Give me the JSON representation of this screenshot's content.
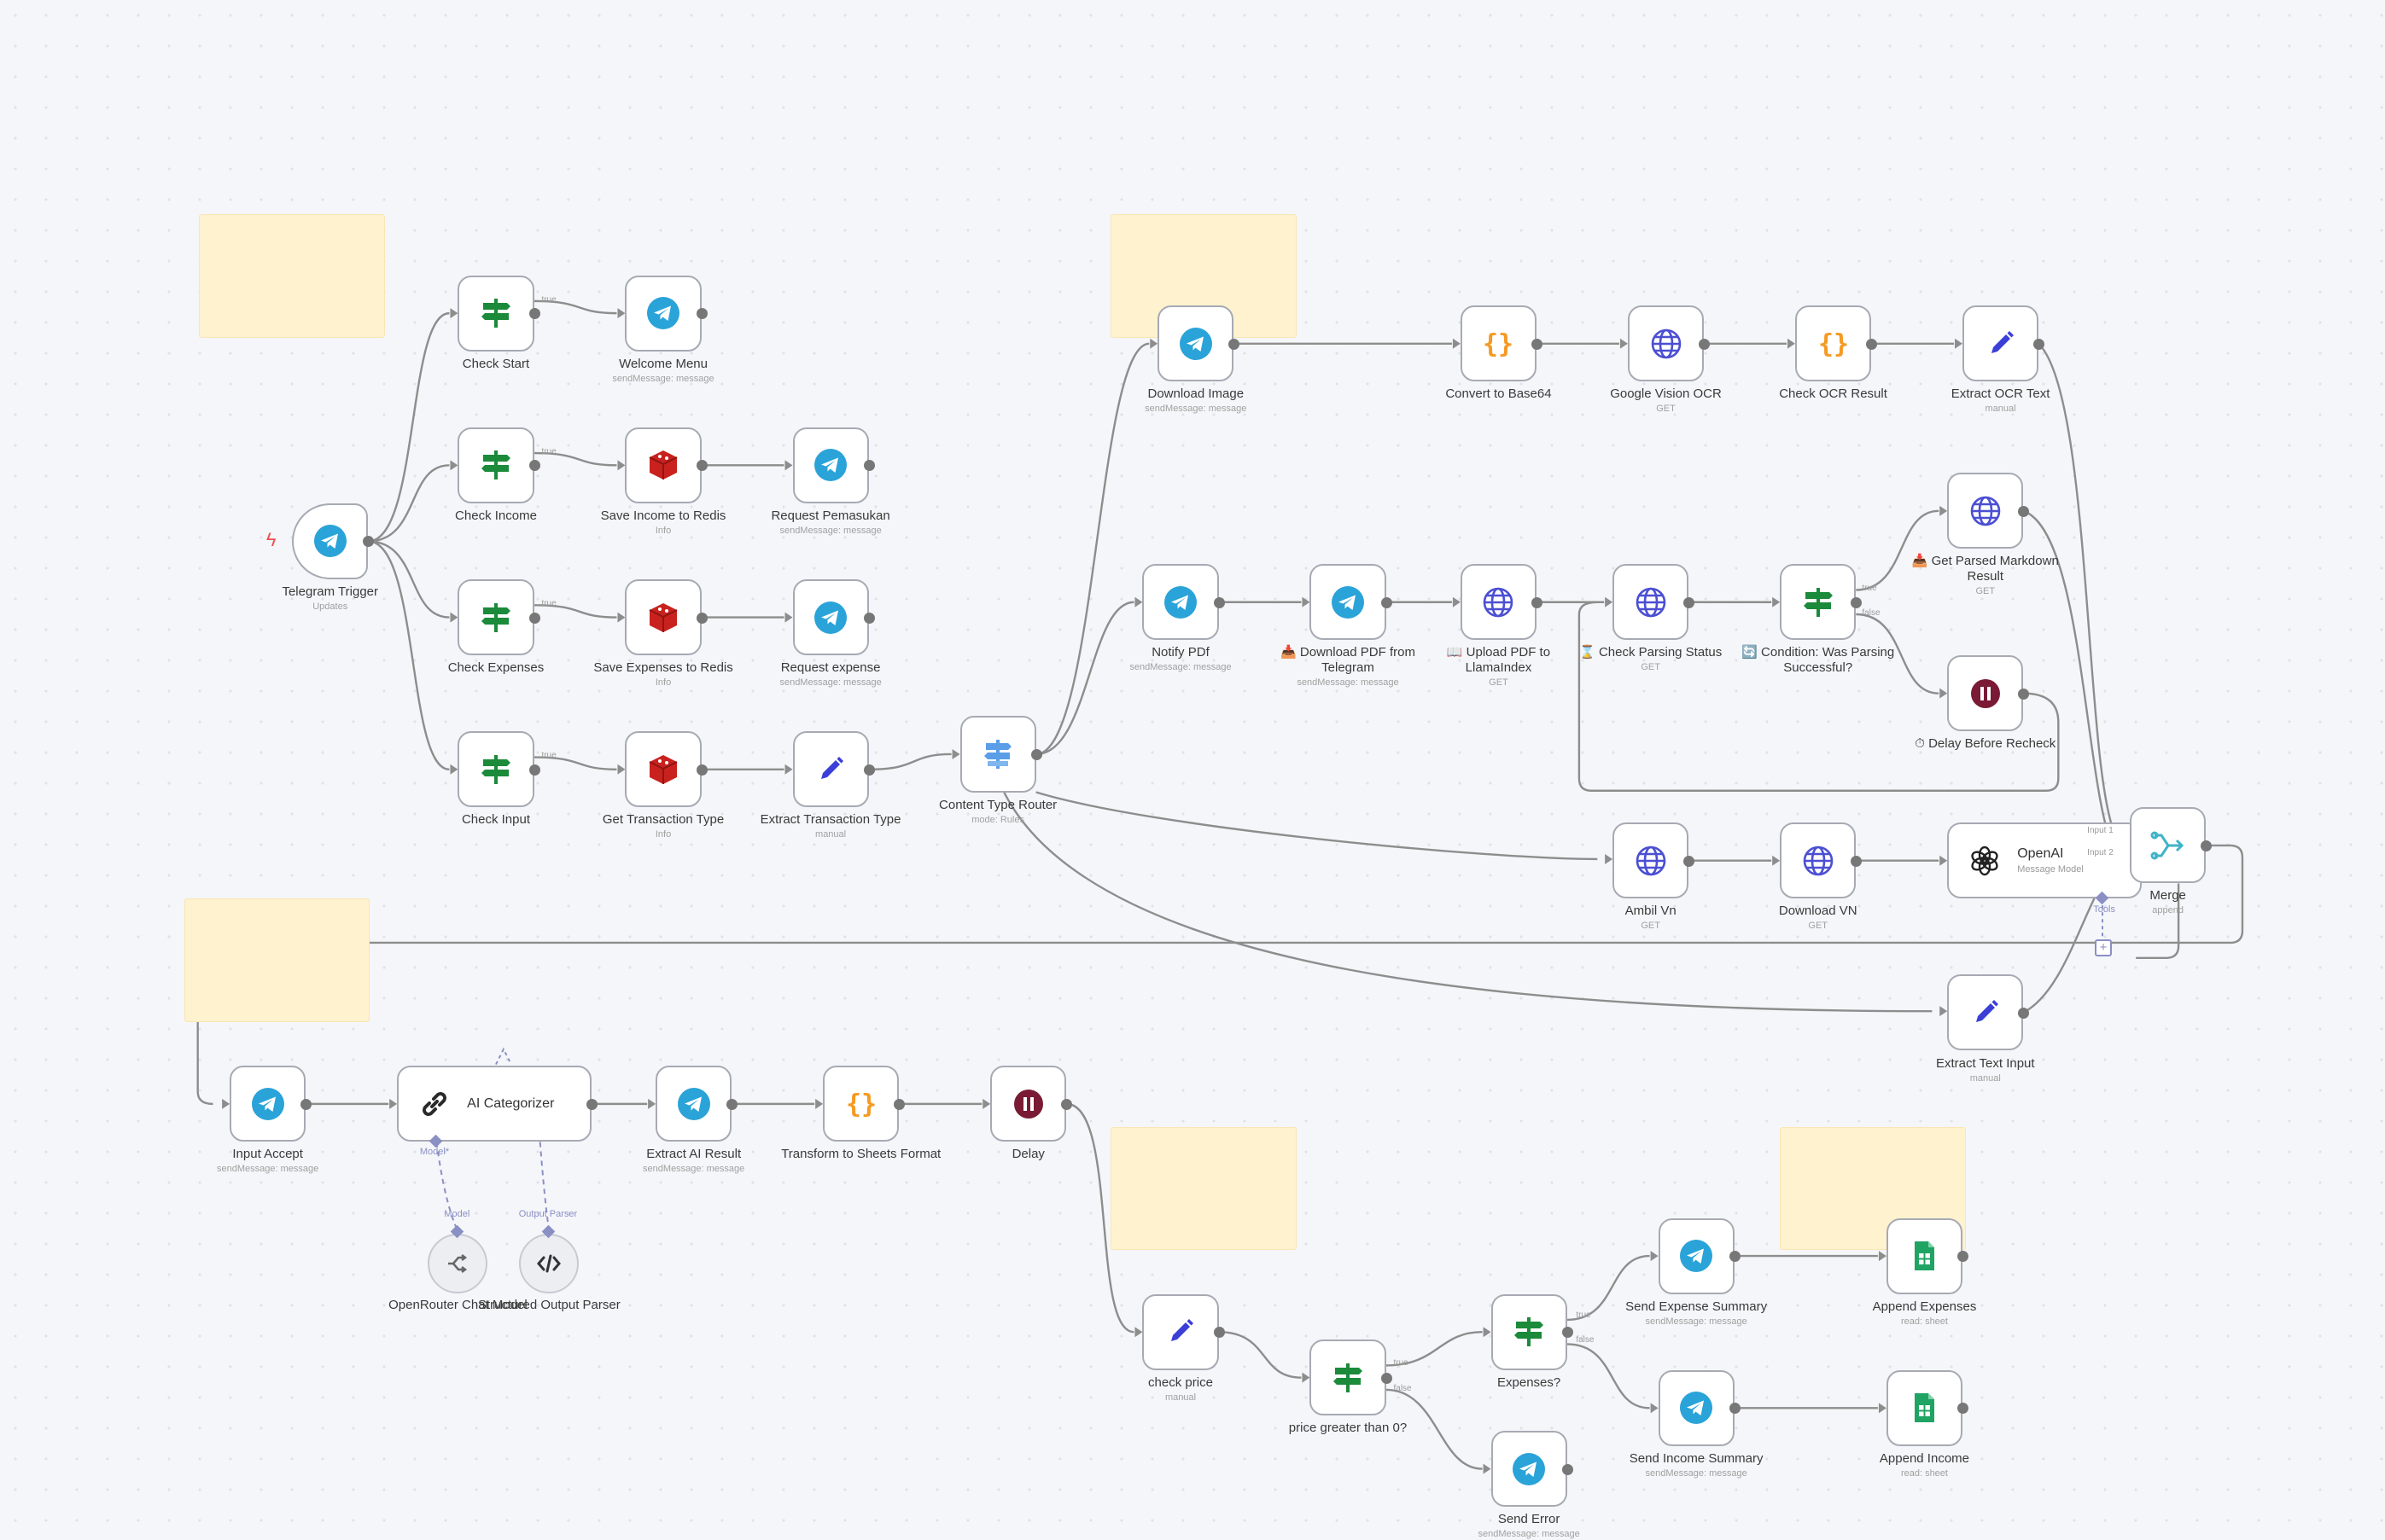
{
  "nodes": {
    "telegram_trigger": {
      "label": "Telegram Trigger",
      "sub": "Updates"
    },
    "check_start": {
      "label": "Check Start"
    },
    "welcome_menu": {
      "label": "Welcome Menu",
      "sub": "sendMessage: message"
    },
    "check_income": {
      "label": "Check Income"
    },
    "save_income": {
      "label": "Save Income to Redis",
      "sub": "Info"
    },
    "request_pemasukan": {
      "label": "Request Pemasukan",
      "sub": "sendMessage: message"
    },
    "check_expenses": {
      "label": "Check Expenses"
    },
    "save_expenses": {
      "label": "Save Expenses to Redis",
      "sub": "Info"
    },
    "request_expense": {
      "label": "Request expense",
      "sub": "sendMessage: message"
    },
    "check_input": {
      "label": "Check Input"
    },
    "get_transaction_type": {
      "label": "Get Transaction Type",
      "sub": "Info"
    },
    "extract_transaction_type": {
      "label": "Extract Transaction Type",
      "sub": "manual"
    },
    "content_type_router": {
      "label": "Content Type Router",
      "sub": "mode: Rules"
    },
    "download_image": {
      "label": "Download Image",
      "sub": "sendMessage: message"
    },
    "convert_base64": {
      "label": "Convert to Base64"
    },
    "google_vision_ocr": {
      "label": "Google Vision OCR",
      "sub": "GET"
    },
    "check_ocr_result": {
      "label": "Check OCR Result"
    },
    "extract_ocr_text": {
      "label": "Extract OCR Text",
      "sub": "manual"
    },
    "notify_pdf": {
      "label": "Notify PDf",
      "sub": "sendMessage: message"
    },
    "download_pdf": {
      "label": "📥 Download PDF from Telegram",
      "sub": "sendMessage: message"
    },
    "upload_pdf": {
      "label": "📖 Upload PDF to LlamaIndex",
      "sub": "GET"
    },
    "check_parsing_status": {
      "label": "⌛ Check Parsing Status",
      "sub": "GET"
    },
    "condition_parsing": {
      "label": "🔄 Condition: Was Parsing Successful?"
    },
    "get_parsed_markdown": {
      "label": "📥 Get Parsed Markdown Result",
      "sub": "GET"
    },
    "delay_before_recheck": {
      "label": "⏱ Delay Before Recheck"
    },
    "ambil_vn": {
      "label": "Ambil Vn",
      "sub": "GET"
    },
    "download_vn": {
      "label": "Download VN",
      "sub": "GET"
    },
    "openai": {
      "label": "OpenAI",
      "sub": "Message Model"
    },
    "merge": {
      "label": "Merge",
      "sub": "append"
    },
    "extract_text_input": {
      "label": "Extract Text Input",
      "sub": "manual"
    },
    "input_accept": {
      "label": "Input Accept",
      "sub": "sendMessage: message"
    },
    "ai_categorizer": {
      "label": "AI Categorizer"
    },
    "extract_ai_result": {
      "label": "Extract AI Result",
      "sub": "sendMessage: message"
    },
    "transform_sheets": {
      "label": "Transform to Sheets Format"
    },
    "delay": {
      "label": "Delay"
    },
    "openrouter_model": {
      "label": "OpenRouter Chat Model"
    },
    "structured_parser": {
      "label": "Structured Output Parser"
    },
    "check_price": {
      "label": "check price",
      "sub": "manual"
    },
    "price_greater": {
      "label": "price greater than 0?"
    },
    "expenses_q": {
      "label": "Expenses?"
    },
    "send_error": {
      "label": "Send Error",
      "sub": "sendMessage: message"
    },
    "send_expense_summary": {
      "label": "Send Expense Summary",
      "sub": "sendMessage: message"
    },
    "send_income_summary": {
      "label": "Send Income Summary",
      "sub": "sendMessage: message"
    },
    "append_expenses": {
      "label": "Append Expenses",
      "sub": "read: sheet"
    },
    "append_income": {
      "label": "Append Income",
      "sub": "read: sheet"
    }
  },
  "port_labels": {
    "true": "true",
    "false": "false",
    "input1": "Input 1",
    "input2": "Input 2",
    "tools": "Tools",
    "model_req": "Model*",
    "model": "Model",
    "output_parser": "Output Parser"
  },
  "icons": {
    "telegram": "telegram-icon",
    "if": "if-signpost-icon",
    "redis": "redis-cube-icon",
    "set": "pencil-icon",
    "code": "code-braces-icon",
    "http": "globe-icon",
    "wait": "pause-icon",
    "switch": "switch-router-icon",
    "merge": "merge-icon",
    "openai": "openai-logo-icon",
    "chain": "link-chain-icon",
    "sheets": "google-sheets-icon",
    "openrouter": "openrouter-icon",
    "parser": "code-tag-icon"
  },
  "colors": {
    "telegram": "#2aa3d8",
    "if_green": "#1b8a3a",
    "redis": "#c9221e",
    "set_blue": "#3b3fd8",
    "code_orange": "#f59a23",
    "http_blue": "#4b4fd2",
    "wait": "#7a1a35",
    "switch_blue": "#5a9ee8",
    "merge_teal": "#3fb3c8",
    "sheets": "#1fa463",
    "sticky": "#fef2cf",
    "edge": "#8d8d8d"
  }
}
